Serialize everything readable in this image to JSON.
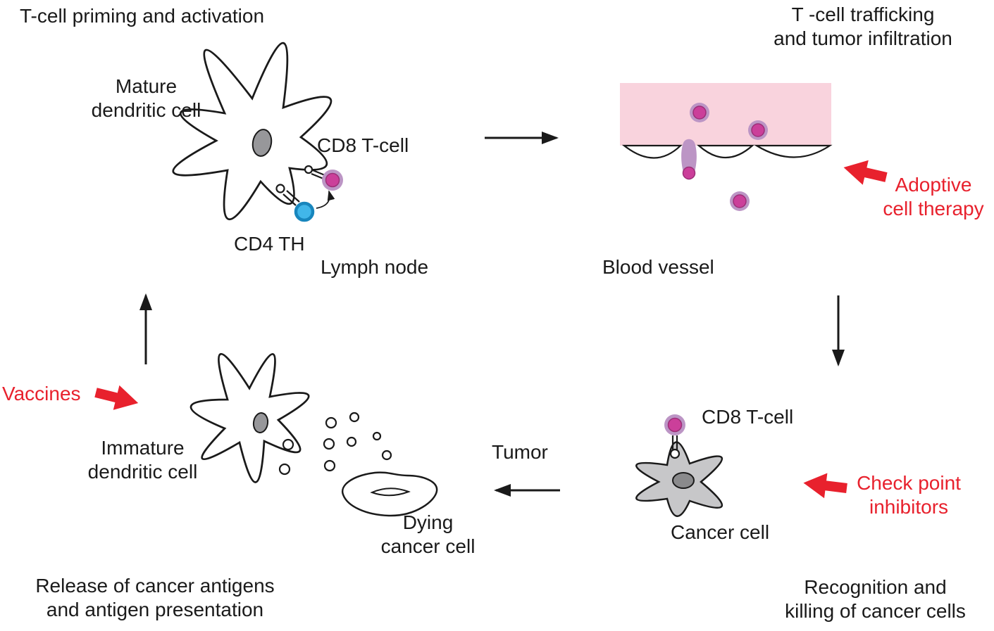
{
  "figure": {
    "steps": {
      "priming_title": "T-cell priming and activation",
      "trafficking_title": "T -cell trafficking\nand tumor infiltration",
      "recognition_title": "Recognition and\nkilling of cancer cells",
      "release_title": "Release of cancer antigens\nand antigen presentation"
    },
    "labels": {
      "mature_dc": "Mature\ndendritic cell",
      "cd8_top": "CD8 T-cell",
      "cd4_th": "CD4 TH",
      "lymph_node": "Lymph node",
      "blood_vessel": "Blood vessel",
      "cd8_bottom": "CD8 T-cell",
      "cancer_cell": "Cancer cell",
      "tumor": "Tumor",
      "dying_cancer_cell": "Dying\ncancer cell",
      "immature_dc": "Immature\ndendritic cell"
    },
    "therapies": {
      "adoptive": "Adoptive\ncell therapy",
      "vaccines": "Vaccines",
      "checkpoint": "Check point\ninhibitors"
    },
    "colors": {
      "therapy_red": "#e8212d",
      "tcell_magenta": "#cb3f9a",
      "tcell_halo": "#bc95c5",
      "cd4_blue": "#41b6e9",
      "cd4_ring": "#1886bd",
      "vessel_pink": "#f9d3dd",
      "cancer_gray": "#c7c7c9",
      "nucleus_gray": "#97979a",
      "ink": "#1a1a1a"
    }
  }
}
